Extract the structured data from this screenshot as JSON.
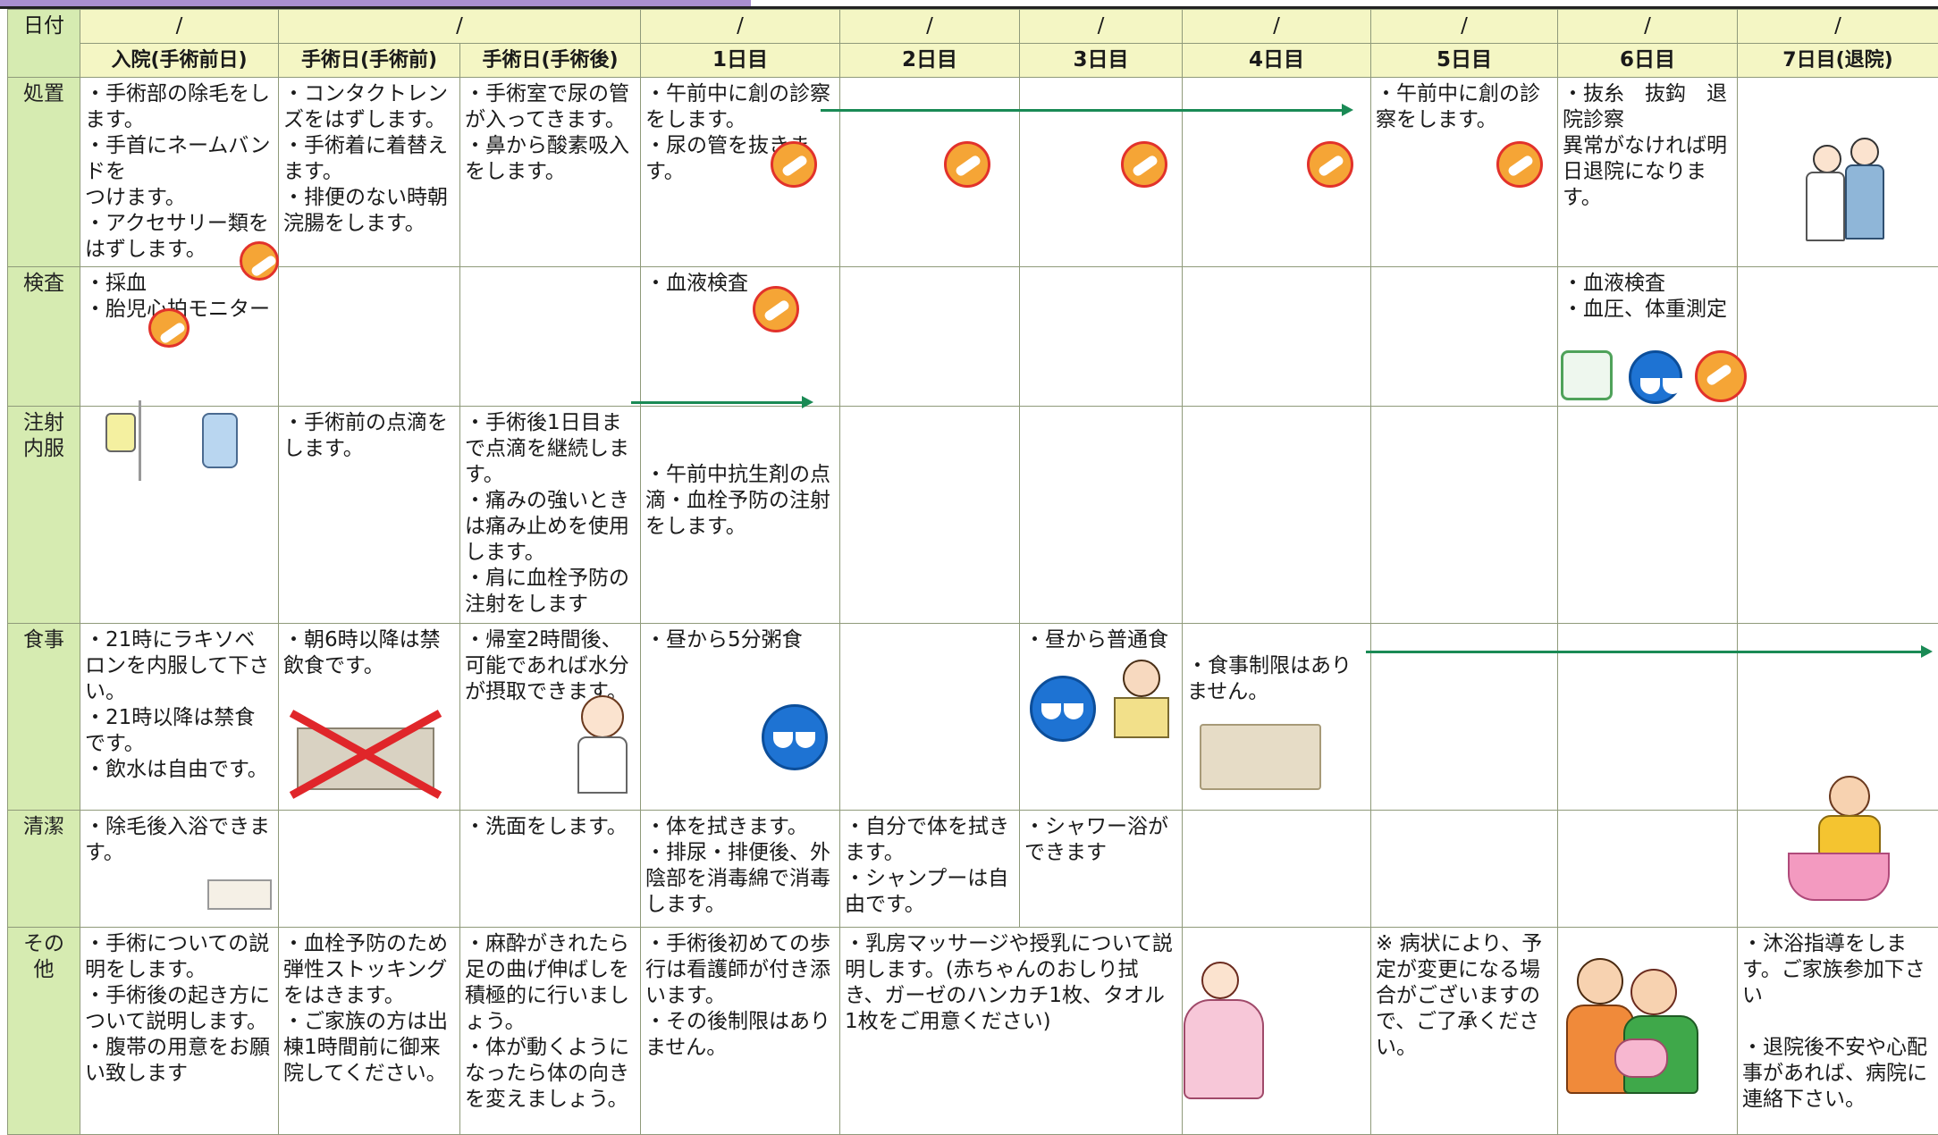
{
  "header": {
    "corner_label": "日付",
    "date_slash": "/",
    "days": [
      "入院(手術前日)",
      "手術日(手術前)",
      "手術日(手術後)",
      "1日目",
      "2日目",
      "3日目",
      "4日目",
      "5日目",
      "6日目",
      "7日目(退院)"
    ]
  },
  "rows": [
    {
      "label": "処置",
      "cells": [
        "・手術部の除毛をします。\n・手首にネームバンドを\nつけます。\n・アクセサリー類をはずします。",
        "・コンタクトレンズをはずします。\n・手術着に着替えます。\n・排便のない時朝浣腸をします。",
        "・手術室で尿の管が入ってきます。\n・鼻から酸素吸入をします。",
        "・午前中に創の診察をします。\n・尿の管を抜きます。",
        "",
        "",
        "",
        "・午前中に創の診察をします。",
        "・抜糸　抜鈎　退院診察\n異常がなければ明日退院になります。",
        ""
      ]
    },
    {
      "label": "検査",
      "cells": [
        "・採血\n・胎児心拍モニター",
        "",
        "",
        "・血液検査",
        "",
        "",
        "",
        "",
        "・血液検査\n・血圧、体重測定",
        ""
      ]
    },
    {
      "label": "注射\n内服",
      "cells": [
        "",
        "・手術前の点滴をします。",
        "・手術後1日目まで点滴を継続します。\n・痛みの強いときは痛み止めを使用します。\n・肩に血栓予防の注射をします",
        "\n\n・午前中抗生剤の点滴・血栓予防の注射をします。",
        "",
        "",
        "",
        "",
        "",
        ""
      ]
    },
    {
      "label": "食事",
      "cells": [
        "・21時にラキソベロンを内服して下さい。\n・21時以降は禁食です。\n・飲水は自由です。",
        "・朝6時以降は禁飲食です。",
        "・帰室2時間後、可能であれば水分が摂取できます。",
        "・昼から5分粥食",
        "",
        "・昼から普通食",
        "\n・食事制限はありません。",
        "",
        "",
        ""
      ]
    },
    {
      "label": "清潔",
      "cells": [
        "・除毛後入浴できます。",
        "",
        "・洗面をします。",
        "・体を拭きます。\n・排尿・排便後、外陰部を消毒綿で消毒します。",
        "・自分で体を拭きます。\n・シャンプーは自由です。",
        "・シャワー浴ができます",
        "",
        "",
        "",
        ""
      ]
    },
    {
      "label": "その\n他",
      "cells": [
        "・手術についての説明をします。\n・手術後の起き方について説明します。\n・腹帯の用意をお願い致します",
        "・血栓予防のため弾性ストッキングをはきます。\n・ご家族の方は出棟1時間前に御来院してください。",
        "・麻酔がきれたら足の曲げ伸ばしを積極的に行いましょう。\n・体が動くようになったら体の向きを変えましょう。",
        "・手術後初めての歩行は看護師が付き添います。\n・その後制限はありません。",
        "・乳房マッサージや授乳について説明します。(赤ちゃんのおしり拭き、ガーゼのハンカチ1枚、タオル1枚をご用意ください)",
        "",
        "※ 病状により、予定が変更になる場合がございますので、ご了承ください。",
        "",
        "・沐浴指導をします。ご家族参加下さい\n\n・退院後不安や心配事があれば、病院に連絡下さい。"
      ]
    }
  ],
  "colors": {
    "row_header": "#d6ebb1",
    "date_header": "#f4f6c4",
    "arrow": "#1a8a55",
    "badge": "#f5a536",
    "bowl": "#1e73d3"
  }
}
